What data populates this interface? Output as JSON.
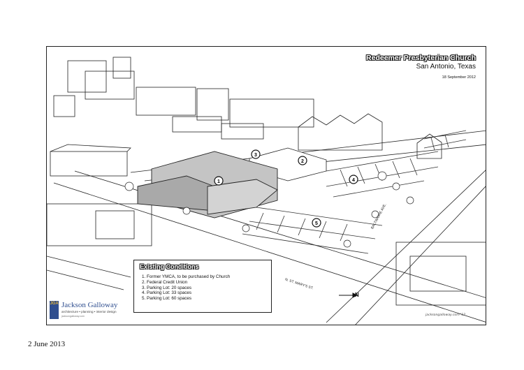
{
  "title_block": {
    "project": "Redeemer Presbyterian Church",
    "location": "San Antonio, Texas",
    "date": "18 September 2012"
  },
  "legend": {
    "heading": "Existing Conditions",
    "items": [
      "Former YMCA, to be purchased by Church",
      "Federal Credit Union",
      "Parking Lot: 20 spaces",
      "Parking Lot: 33 spaces",
      "Parking Lot: 60 spaces"
    ]
  },
  "markers": [
    "1",
    "2",
    "3",
    "4",
    "5"
  ],
  "streets": {
    "st_marys": "N. ST. MARY'S ST.",
    "baltimore": "BALTIMORE AVE."
  },
  "north_label": "N",
  "firm": {
    "name": "Jackson Galloway",
    "tagline": "architecture • planning • interior design",
    "url": "jacksongalloway.com",
    "mark": "JGA"
  },
  "signature": "jacksongalloway.com  '12",
  "page_date": "2 June 2013"
}
